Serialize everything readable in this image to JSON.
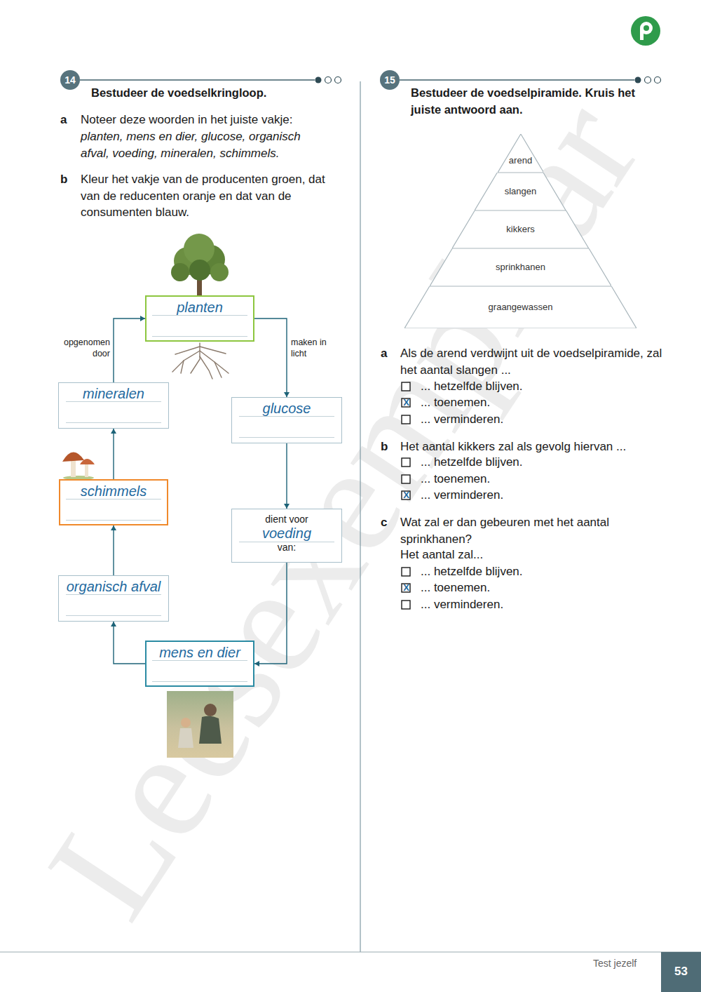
{
  "diagram": {
    "nodes": [
      {
        "text": [
          "planten"
        ]
      },
      {
        "text": [
          "mineralen"
        ]
      },
      {
        "text": [
          "glucose"
        ]
      },
      {
        "text": [
          "schimmels"
        ]
      },
      {
        "text": [
          "dient voor",
          "voeding",
          "van:"
        ]
      },
      {
        "text": [
          "organisch afval"
        ]
      },
      {
        "text": [
          "mens en dier"
        ]
      },
      {
        "text": [
          "arend"
        ]
      },
      {
        "text": [
          "slangen"
        ]
      },
      {
        "text": [
          "kikkers"
        ]
      },
      {
        "text": [
          "sprinkhanen"
        ]
      },
      {
        "text": [
          "graangewassen"
        ]
      }
    ],
    "edges": [
      {
        "from": 0,
        "to": 2,
        "arrow": "to",
        "label": "maken in licht"
      },
      {
        "from": 2,
        "to": 4,
        "arrow": "to"
      },
      {
        "from": 4,
        "to": 6,
        "arrow": "to"
      },
      {
        "from": 6,
        "to": 5,
        "arrow": "to"
      },
      {
        "from": 5,
        "to": 3,
        "arrow": "to"
      },
      {
        "from": 3,
        "to": 1,
        "arrow": "to"
      },
      {
        "from": 1,
        "to": 0,
        "arrow": "to",
        "label": "opgenomen door"
      }
    ],
    "labels": [
      "14",
      "Bestudeer de voedselkringloop.",
      "a",
      "Noteer deze woorden in het juiste vakje:",
      "planten, mens en dier, glucose, organisch afval, voeding, mineralen, schimmels.",
      "b",
      "Kleur het vakje van de producenten groen, dat van de reducenten oranje en dat van de consumenten blauw.",
      "15",
      "Bestudeer de voedselpiramide. Kruis het juiste antwoord aan.",
      "a",
      "Als de arend verdwijnt uit de voedselpiramide, zal het aantal slangen ...",
      "... hetzelfde blijven.",
      "... toenemen.",
      "... verminderen.",
      "X",
      "b",
      "Het aantal kikkers zal als gevolg hiervan ...",
      "... hetzelfde blijven.",
      "... toenemen.",
      "... verminderen.",
      "X",
      "c",
      "Wat zal er dan gebeuren met het aantal sprinkhanen?",
      "Het aantal zal...",
      "... hetzelfde blijven.",
      "... toenemen.",
      "... verminderen.",
      "X",
      "Test jezelf",
      "53",
      "Leesexemplaar"
    ]
  }
}
